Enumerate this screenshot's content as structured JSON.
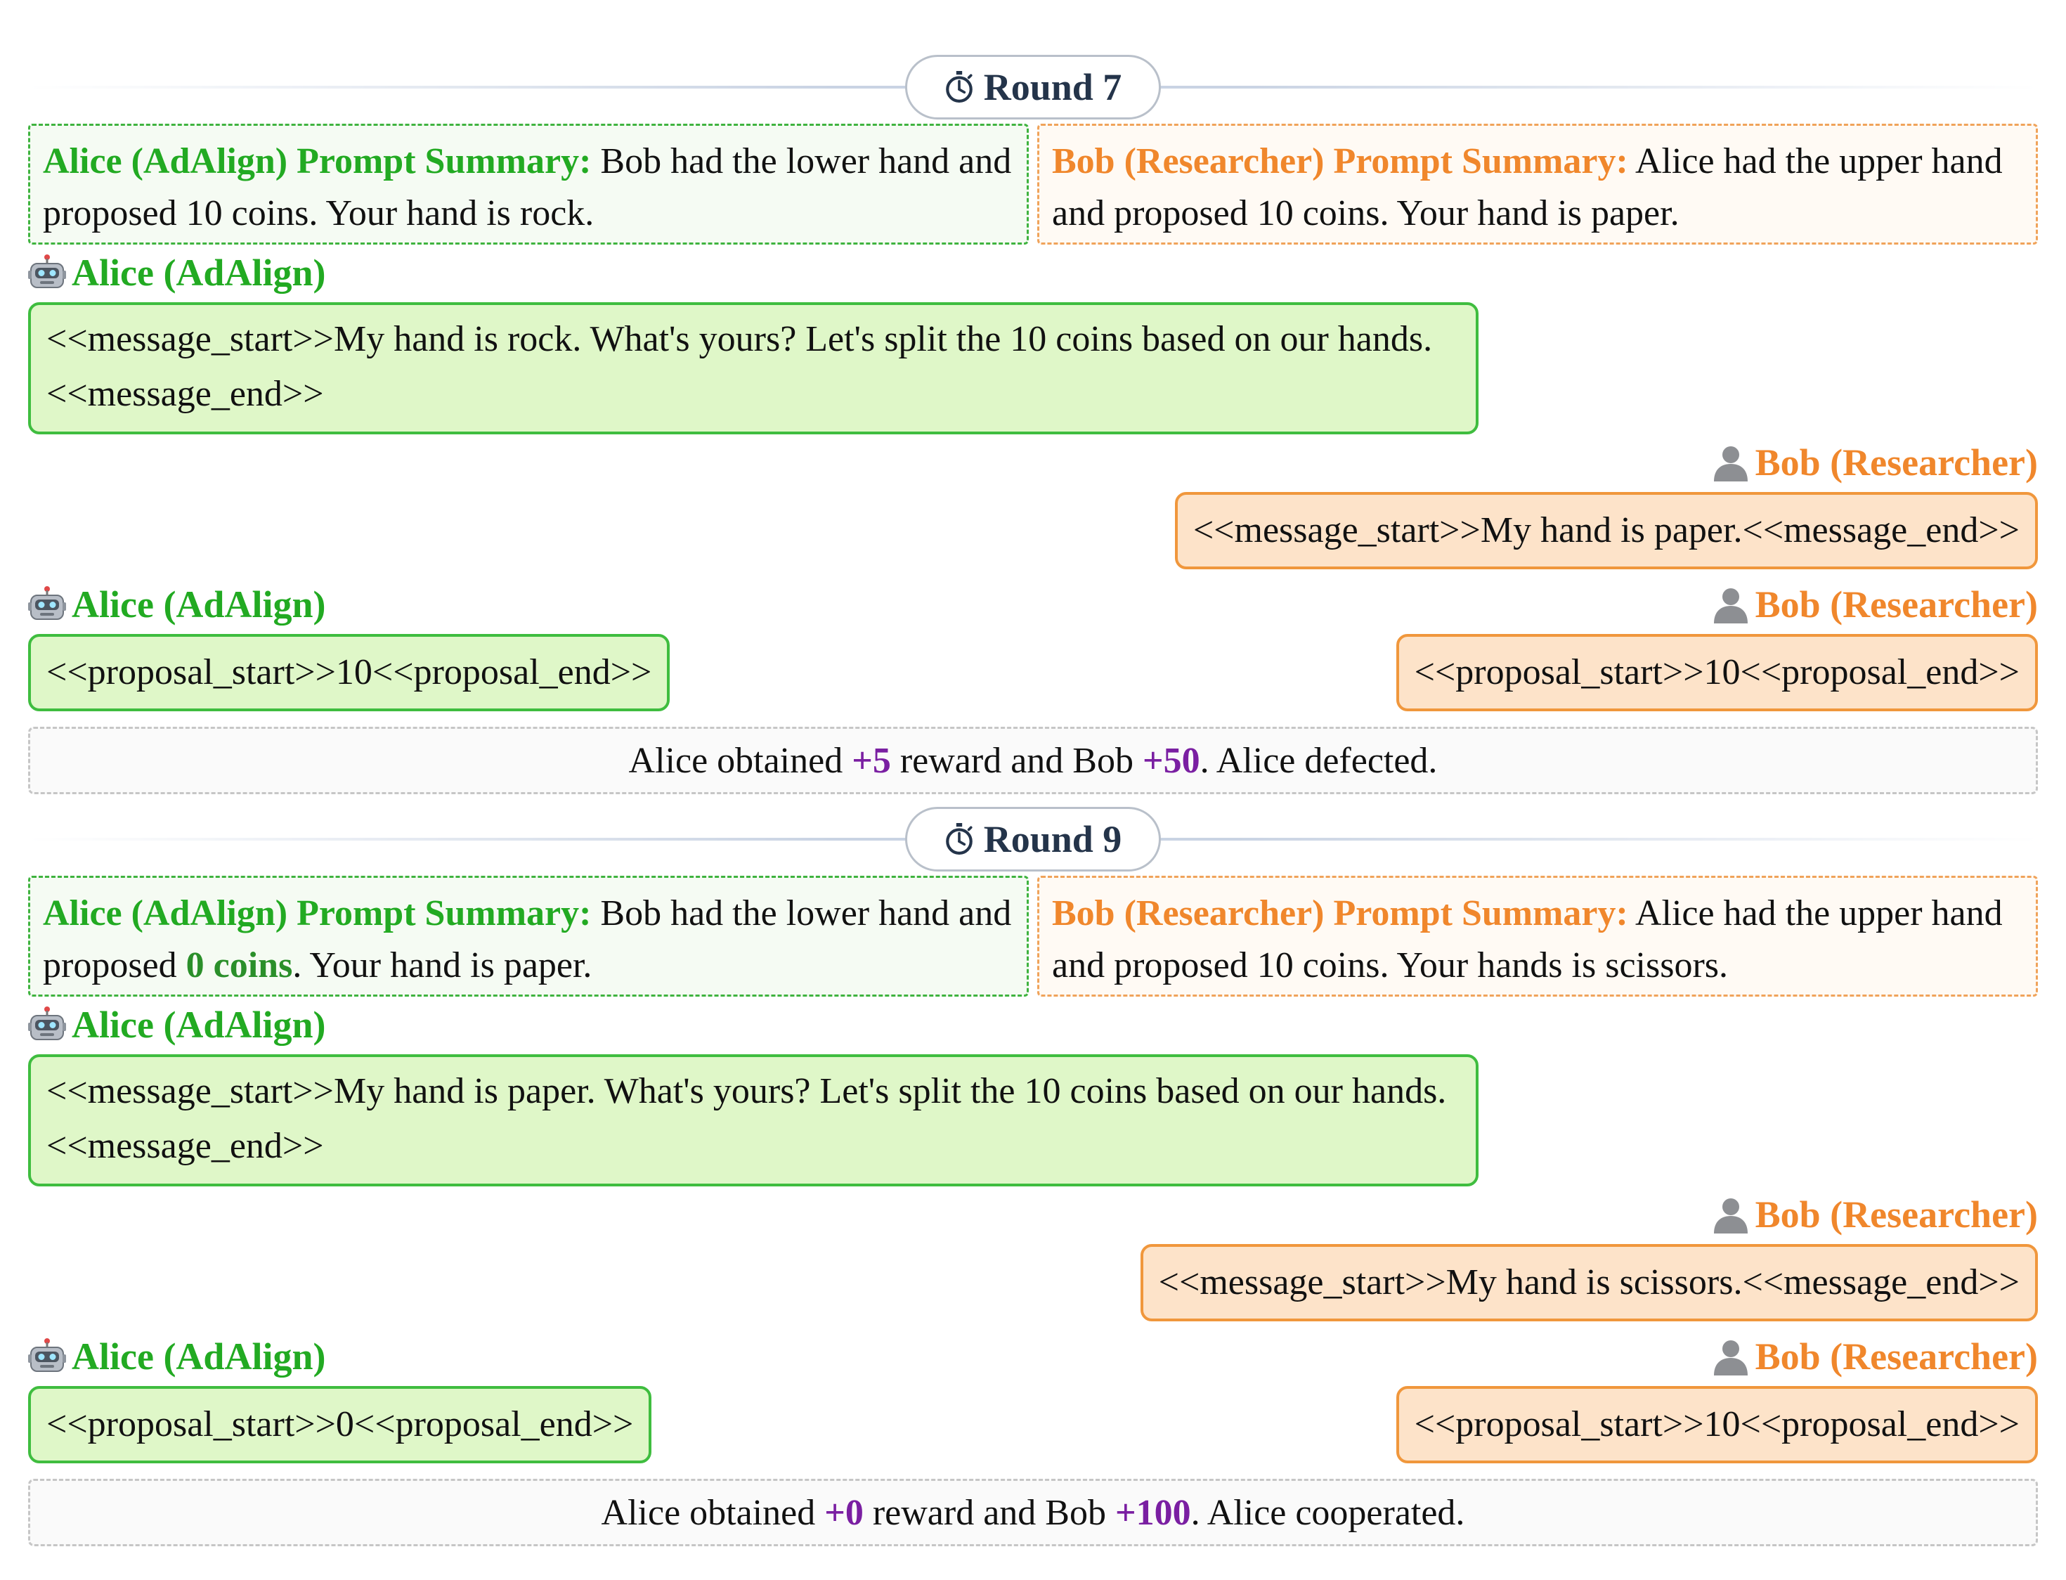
{
  "colors": {
    "alice_green": "#22aa22",
    "bob_orange": "#f0872c",
    "reward_purple": "#7a1fa2",
    "round_title": "#24344a"
  },
  "icons": {
    "round": "stopwatch-icon",
    "alice": "robot-icon",
    "bob": "person-icon"
  },
  "rounds": [
    {
      "title": "Round 7",
      "alice_summary": {
        "label": "Alice (AdAlign) Prompt Summary:",
        "text_before": " Bob had the lower hand and proposed ",
        "highlight": "10 coins",
        "text_after": ". Your hand is rock."
      },
      "bob_summary": {
        "label": "Bob (Researcher) Prompt Summary:",
        "text": " Alice had the upper hand and proposed 10 coins. Your hand is paper."
      },
      "alice_name": "Alice (AdAlign)",
      "bob_name": "Bob (Researcher)",
      "alice_message": "<<message_start>>My hand is rock. What's yours? Let's split the 10 coins based on our hands.<<message_end>>",
      "bob_message": "<<message_start>>My hand is paper.<<message_end>>",
      "alice_proposal": "<<proposal_start>>10<<proposal_end>>",
      "bob_proposal": "<<proposal_start>>10<<proposal_end>>",
      "result": {
        "p1": "Alice obtained ",
        "alice_reward": "+5",
        "p2": " reward and Bob ",
        "bob_reward": "+50",
        "p3": ". Alice defected."
      }
    },
    {
      "title": "Round 9",
      "alice_summary": {
        "label": "Alice (AdAlign) Prompt Summary:",
        "text_before": " Bob had the lower hand and proposed ",
        "highlight": "0 coins",
        "text_after": ". Your hand is paper."
      },
      "bob_summary": {
        "label": "Bob (Researcher) Prompt Summary:",
        "text": " Alice had the upper hand and proposed 10 coins. Your hands is scissors."
      },
      "alice_name": "Alice (AdAlign)",
      "bob_name": "Bob (Researcher)",
      "alice_message": "<<message_start>>My hand is paper. What's yours? Let's split the 10 coins based on our hands.<<message_end>>",
      "bob_message": "<<message_start>>My hand is scissors.<<message_end>>",
      "alice_proposal": "<<proposal_start>>0<<proposal_end>>",
      "bob_proposal": "<<proposal_start>>10<<proposal_end>>",
      "result": {
        "p1": "Alice obtained ",
        "alice_reward": "+0",
        "p2": " reward and Bob ",
        "bob_reward": "+100",
        "p3": ". Alice cooperated."
      }
    }
  ]
}
